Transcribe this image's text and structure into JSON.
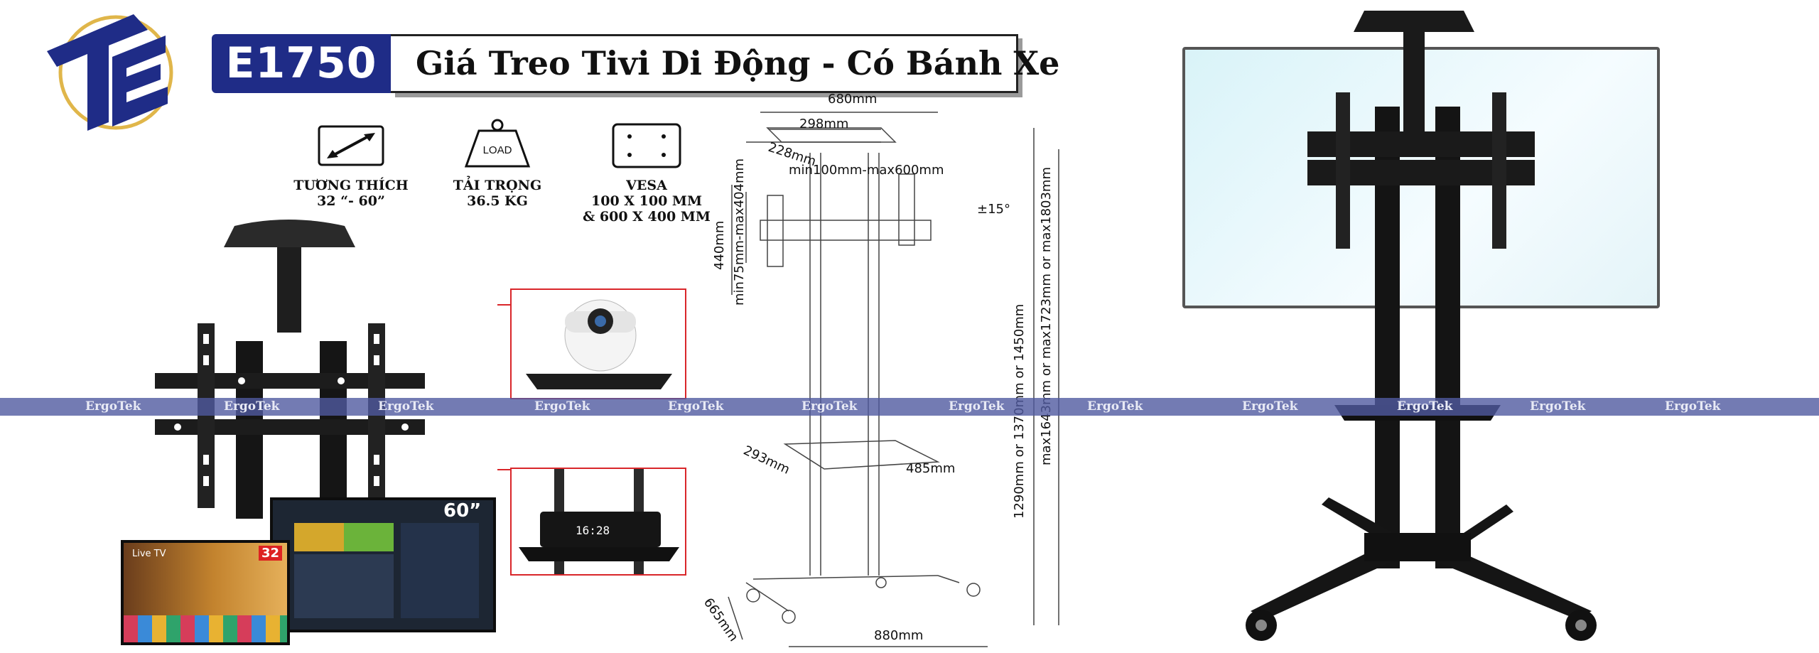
{
  "header": {
    "model_code": "E1750",
    "title": "Giá Treo Tivi Di Động - Có Bánh Xe"
  },
  "specs": [
    {
      "icon": "resize-arrow-icon",
      "line1": "TƯƠNG THÍCH",
      "line2": "32 “- 60”"
    },
    {
      "icon": "weight-load-icon",
      "icon_text": "LOAD",
      "line1": "TẢI TRỌNG",
      "line2": "36.5 KG"
    },
    {
      "icon": "vesa-pattern-icon",
      "line1": "VESA",
      "line2": "100 X 100 MM",
      "line3": "& 600 X 400 MM"
    }
  ],
  "watermark": {
    "text": "ErgoTek"
  },
  "tv_screens": {
    "small_badge": "32",
    "large_badge": "60”",
    "small_overlay": "Live TV"
  },
  "dimensions": {
    "top_width": "680mm",
    "tray_width": "298mm",
    "tray_depth": "228mm",
    "mount_range": "min100mm-max600mm",
    "tilt": "±15°",
    "height_label": "440mm",
    "mount_vertical": "min75mm-max404mm",
    "total_height_1": "1290mm or 1370mm or 1450mm",
    "total_height_2": "max1643mm or max1723mm or max1803mm",
    "shelf_depth": "293mm",
    "shelf_width": "485mm",
    "base_depth": "665mm",
    "base_width": "880mm"
  },
  "colors": {
    "brand_blue": "#1f2c87",
    "logo_gold": "#e0b64a",
    "accent_red": "#d9262a",
    "steel": "#1a1a1a"
  }
}
